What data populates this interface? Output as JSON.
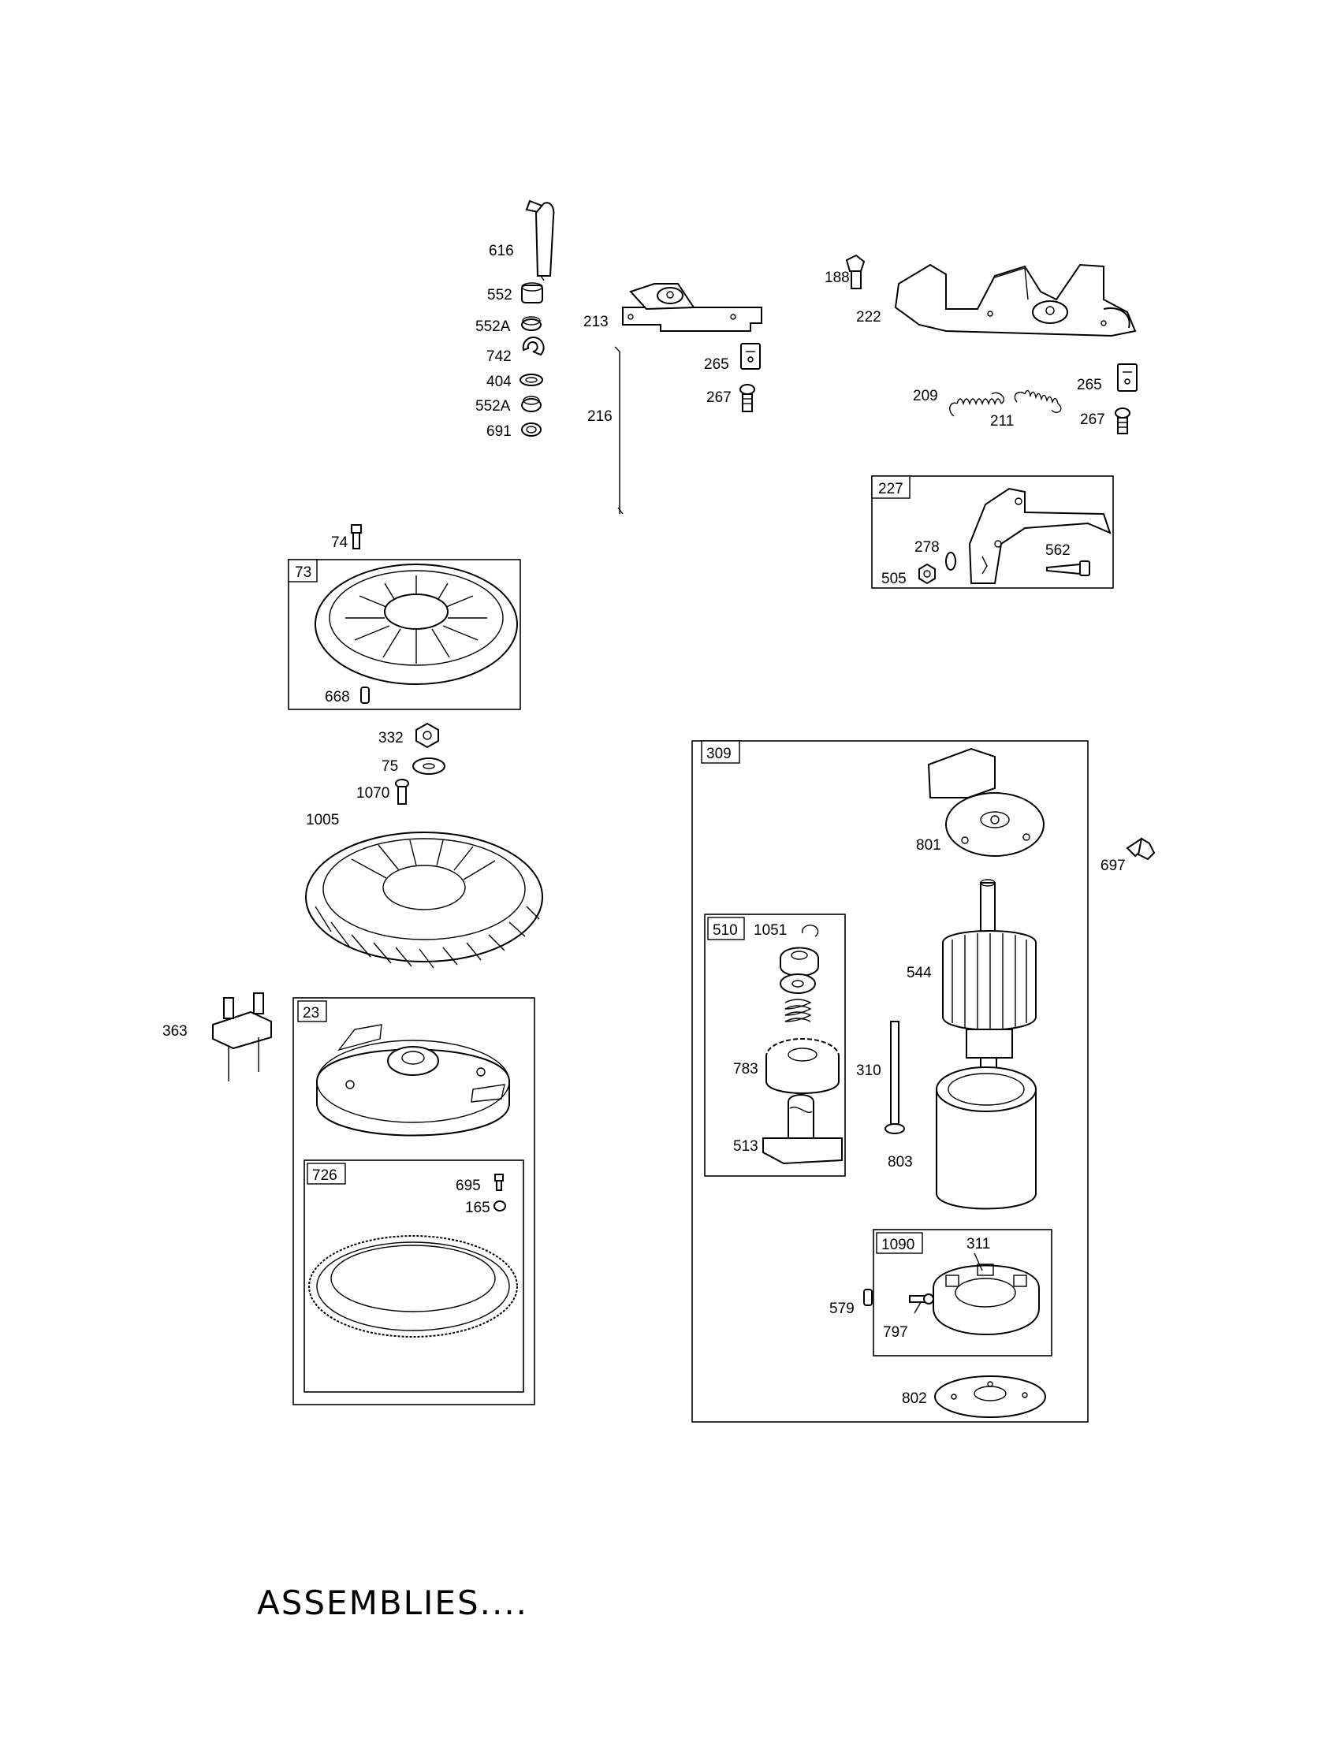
{
  "labels": {
    "l616": "616",
    "l552": "552",
    "l552a_1": "552A",
    "l742": "742",
    "l404": "404",
    "l552a_2": "552A",
    "l691": "691",
    "l213": "213",
    "l216": "216",
    "l265_1": "265",
    "l267_1": "267",
    "l188": "188",
    "l222": "222",
    "l209": "209",
    "l211": "211",
    "l265_2": "265",
    "l267_2": "267",
    "l278": "278",
    "l505": "505",
    "l562": "562",
    "l74": "74",
    "l668": "668",
    "l332": "332",
    "l75": "75",
    "l1070": "1070",
    "l1005": "1005",
    "l363": "363",
    "l695": "695",
    "l165": "165",
    "l801": "801",
    "l697": "697",
    "l1051": "1051",
    "l544": "544",
    "l783": "783",
    "l310": "310",
    "l513": "513",
    "l803": "803",
    "l311": "311",
    "l579": "579",
    "l797": "797",
    "l802": "802"
  },
  "boxes": {
    "b227": "227",
    "b73": "73",
    "b309": "309",
    "b510": "510",
    "b23": "23",
    "b726": "726",
    "b1090": "1090"
  },
  "footer": {
    "title": "ASSEMBLIES...."
  }
}
